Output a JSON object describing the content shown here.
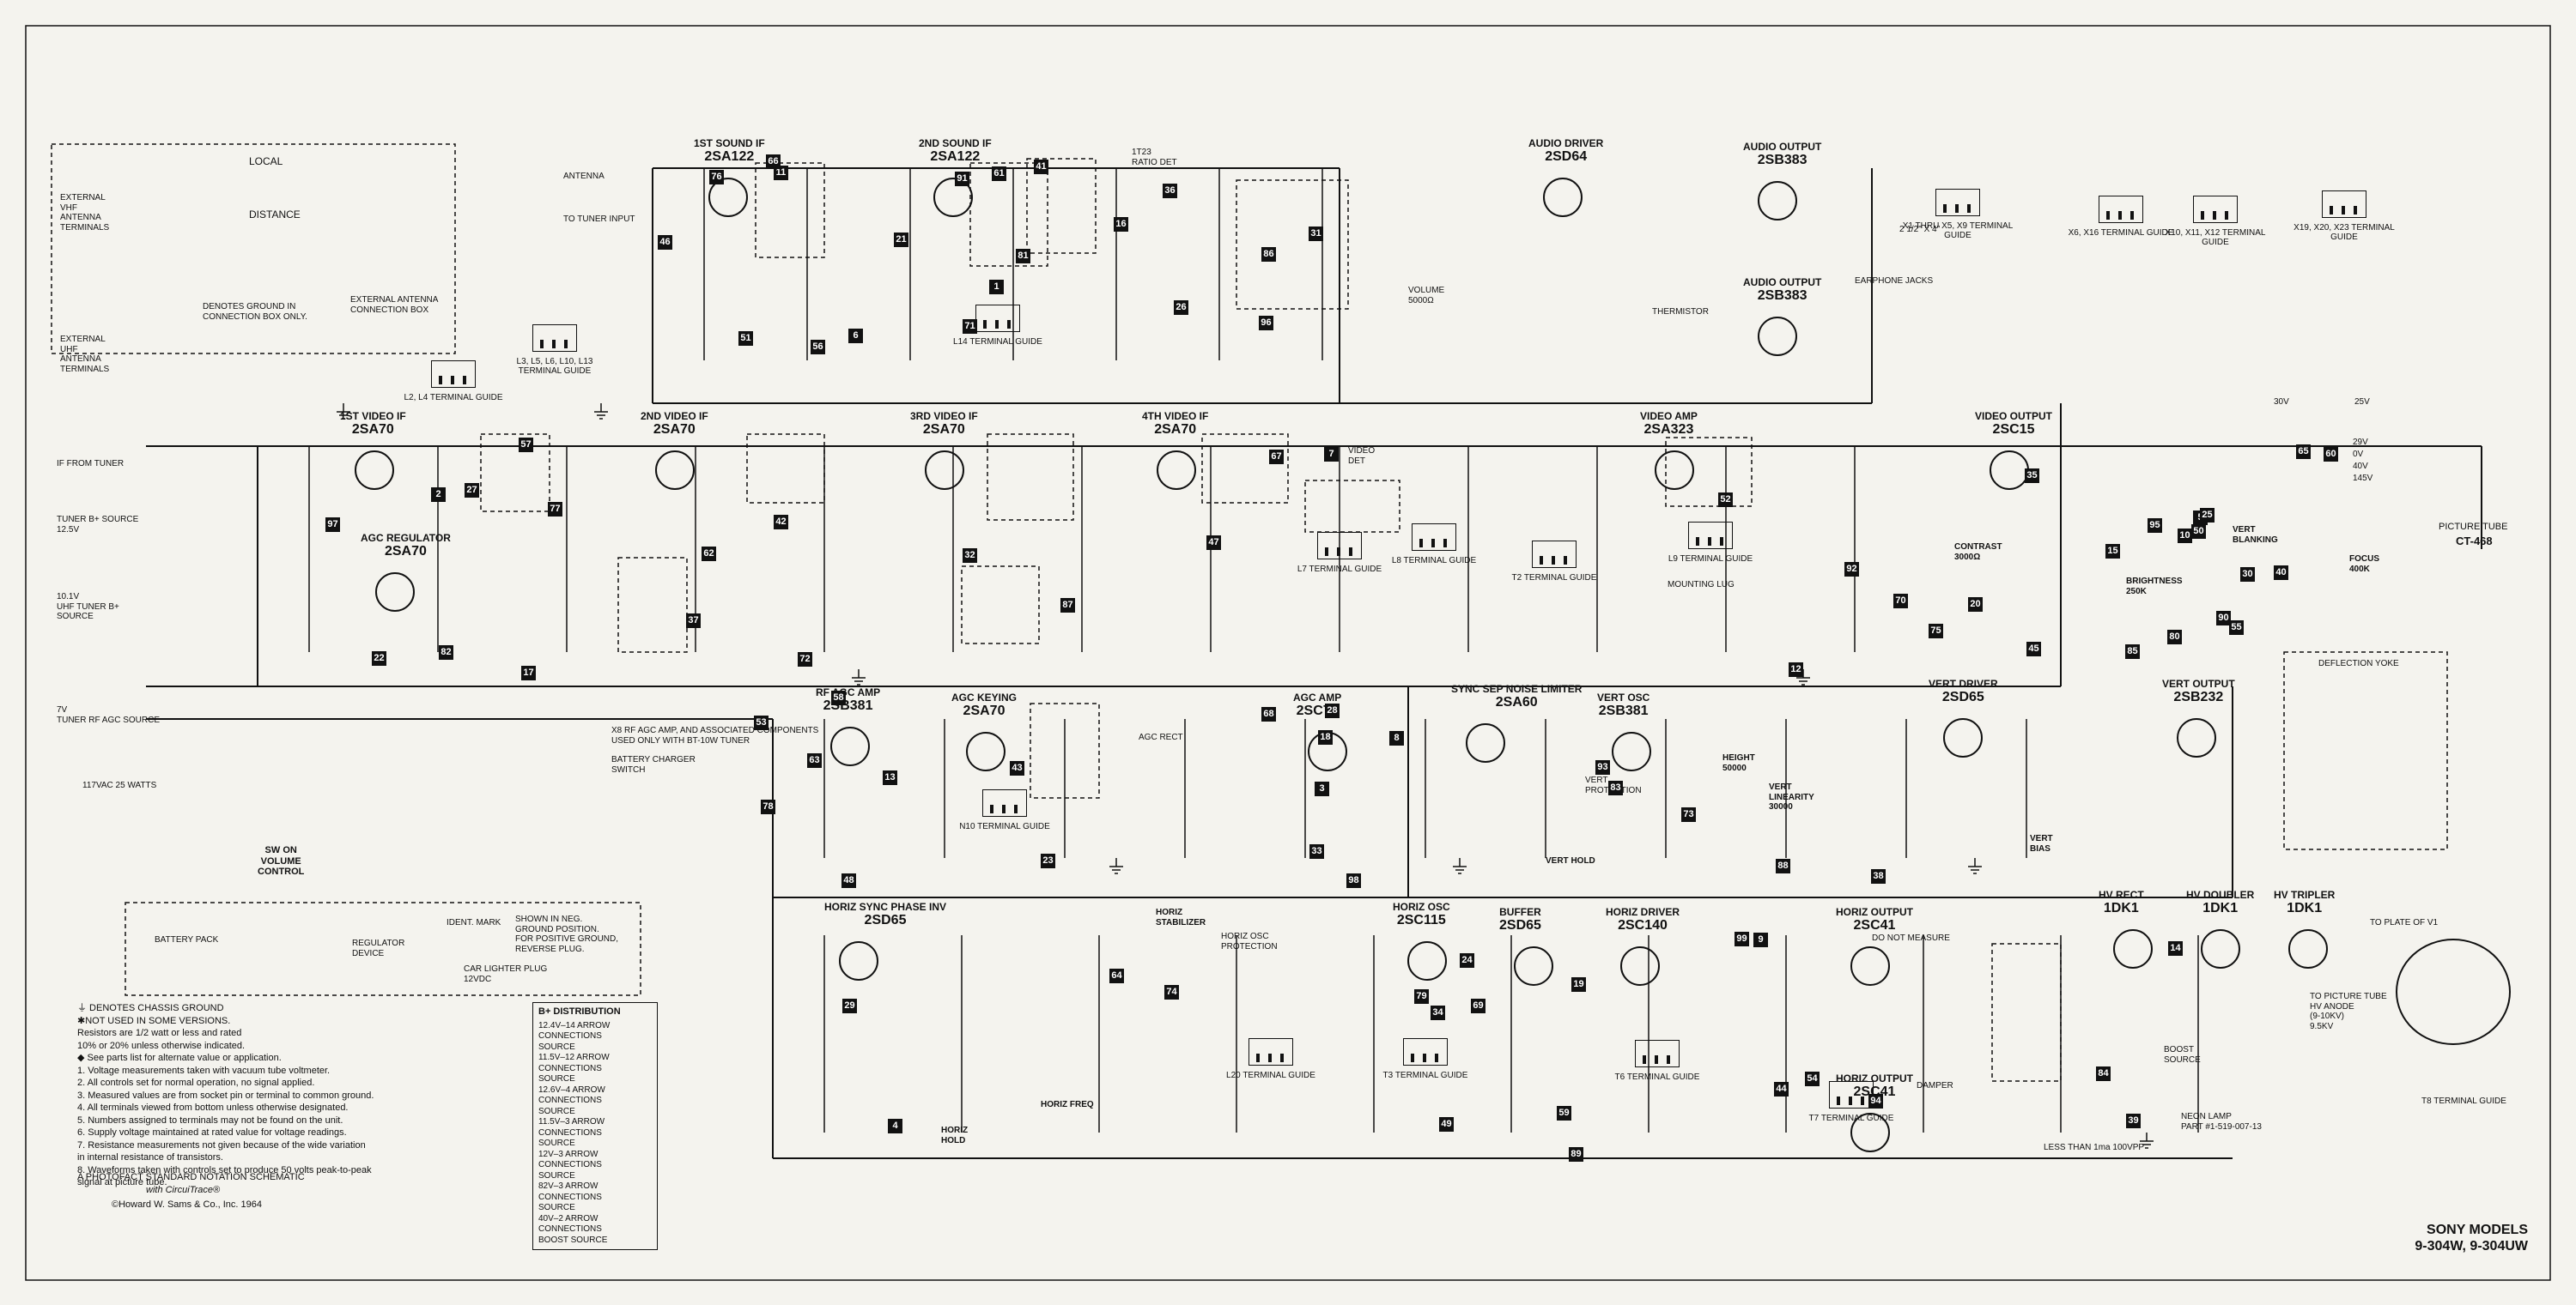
{
  "stages": [
    {
      "id": "1st-sound-if",
      "name": "1ST SOUND IF",
      "part": "2SA122"
    },
    {
      "id": "2nd-sound-if",
      "name": "2ND SOUND IF",
      "part": "2SA122"
    },
    {
      "id": "audio-driver",
      "name": "AUDIO DRIVER",
      "part": "2SD64"
    },
    {
      "id": "audio-output-1",
      "name": "AUDIO OUTPUT",
      "part": "2SB383"
    },
    {
      "id": "audio-output-2",
      "name": "AUDIO OUTPUT",
      "part": "2SB383"
    },
    {
      "id": "1st-video-if",
      "name": "1ST VIDEO IF",
      "part": "2SA70"
    },
    {
      "id": "agc-regulator",
      "name": "AGC REGULATOR",
      "part": "2SA70"
    },
    {
      "id": "2nd-video-if",
      "name": "2ND VIDEO IF",
      "part": "2SA70"
    },
    {
      "id": "3rd-video-if",
      "name": "3RD VIDEO IF",
      "part": "2SA70"
    },
    {
      "id": "4th-video-if",
      "name": "4TH VIDEO IF",
      "part": "2SA70"
    },
    {
      "id": "video-amp",
      "name": "VIDEO AMP",
      "part": "2SA323"
    },
    {
      "id": "video-output",
      "name": "VIDEO OUTPUT",
      "part": "2SC15"
    },
    {
      "id": "rf-agc-amp",
      "name": "RF AGC AMP",
      "part": "2SB381"
    },
    {
      "id": "agc-keying",
      "name": "AGC KEYING",
      "part": "2SA70"
    },
    {
      "id": "agc-amp",
      "name": "AGC AMP",
      "part": "2SC73"
    },
    {
      "id": "sync-sep",
      "name": "SYNC SEP NOISE LIMITER",
      "part": "2SA60"
    },
    {
      "id": "vert-osc",
      "name": "VERT OSC",
      "part": "2SB381"
    },
    {
      "id": "vert-driver",
      "name": "VERT DRIVER",
      "part": "2SD65"
    },
    {
      "id": "vert-output",
      "name": "VERT OUTPUT",
      "part": "2SB232"
    },
    {
      "id": "horiz-sync-phase-inv",
      "name": "HORIZ SYNC PHASE INV",
      "part": "2SD65"
    },
    {
      "id": "horiz-osc",
      "name": "HORIZ OSC",
      "part": "2SC115"
    },
    {
      "id": "buffer",
      "name": "BUFFER",
      "part": "2SD65"
    },
    {
      "id": "horiz-driver",
      "name": "HORIZ DRIVER",
      "part": "2SC140"
    },
    {
      "id": "horiz-output-1",
      "name": "HORIZ OUTPUT",
      "part": "2SC41"
    },
    {
      "id": "horiz-output-2",
      "name": "HORIZ OUTPUT",
      "part": "2SC41"
    },
    {
      "id": "hv-rect",
      "name": "HV RECT",
      "part": "1DK1"
    },
    {
      "id": "hv-doubler",
      "name": "HV DOUBLER",
      "part": "1DK1"
    },
    {
      "id": "hv-tripler",
      "name": "HV TRIPLER",
      "part": "1DK1"
    }
  ],
  "labels": {
    "local": "LOCAL",
    "distance": "DISTANCE",
    "ext_vhf": "EXTERNAL\nVHF\nANTENNA\nTERMINALS",
    "ext_uhf": "EXTERNAL\nUHF\nANTENNA\nTERMINALS",
    "ground_note": "DENOTES GROUND IN\nCONNECTION BOX ONLY.",
    "ext_box": "EXTERNAL ANTENNA\nCONNECTION BOX",
    "antenna": "ANTENNA",
    "to_tuner": "TO TUNER INPUT",
    "if_from_tuner": "IF FROM TUNER",
    "tuner_b": "TUNER B+ SOURCE\n12.5V",
    "uhf_b": "10.1V\nUHF TUNER B+\nSOURCE",
    "tuner_rf_agc": "7V\nTUNER RF AGC SOURCE",
    "ac_input": "117VAC 25 WATTS",
    "sw_volume": "SW ON\nVOLUME\nCONTROL",
    "battery_charger": "BATTERY CHARGER\nSWITCH",
    "x8_note": "X8 RF AGC AMP, AND ASSOCIATED COMPONENTS\nUSED ONLY WITH BT-10W TUNER",
    "battery_pack": "BATTERY PACK",
    "regulator": "REGULATOR\nDEVICE",
    "car_plug": "CAR LIGHTER PLUG\n12VDC",
    "ident_mark": "IDENT. MARK",
    "neg_ground": "SHOWN IN NEG.\nGROUND POSITION.\nFOR POSITIVE GROUND,\nREVERSE PLUG.",
    "earphone": "EARPHONE JACKS",
    "speaker": "2 1/2\" X 4\"",
    "thermistor": "THERMISTOR",
    "volume": "VOLUME\n5000Ω",
    "contrast": "CONTRAST\n3000Ω",
    "brightness": "BRIGHTNESS\n250K",
    "vert_blanking": "VERT\nBLANKING",
    "focus": "FOCUS\n400K",
    "picture_tube": "PICTURE TUBE",
    "picture_tube_part": "CT-468",
    "deflection_yoke": "DEFLECTION YOKE",
    "height": "HEIGHT\n50000",
    "vert_linearity": "VERT\nLINEARITY\n30000",
    "vert_hold": "VERT HOLD",
    "vert_bias": "VERT\nBIAS",
    "vert_protection": "VERT\nPROTECTION",
    "horiz_stabilizer": "HORIZ\nSTABILIZER",
    "horiz_freq": "HORIZ FREQ",
    "horiz_hold": "HORIZ\nHOLD",
    "horiz_osc_protection": "HORIZ OSC\nPROTECTION",
    "damper": "DAMPER",
    "do_not_measure": "DO NOT MEASURE",
    "boost": "BOOST\nSOURCE",
    "neon_lamp": "NEON LAMP\nPART #1-519-007-13",
    "less_than": "LESS THAN 1ma  100VPP",
    "to_picture_tube": "TO PICTURE TUBE\nHV ANODE\n(9-10KV)\n9.5KV",
    "to_plate_v1": "TO PLATE OF V1",
    "t8_guide": "T8 TERMINAL GUIDE",
    "mounting_lug": "MOUNTING LUG",
    "agc_rect": "AGC RECT",
    "ratio_det": "1T23\nRATIO DET",
    "video_det": "VIDEO\nDET"
  },
  "terminal_guides": [
    "L14 TERMINAL GUIDE",
    "L3, L5, L6, L10, L13 TERMINAL GUIDE",
    "L2, L4 TERMINAL GUIDE",
    "L7 TERMINAL GUIDE",
    "L8 TERMINAL GUIDE",
    "T2 TERMINAL GUIDE",
    "L9 TERMINAL GUIDE",
    "N10 TERMINAL GUIDE",
    "L20 TERMINAL GUIDE",
    "T3 TERMINAL GUIDE",
    "T6 TERMINAL GUIDE",
    "T7 TERMINAL GUIDE",
    "X1 THRU X5, X9 TERMINAL GUIDE",
    "X6, X16 TERMINAL GUIDE",
    "X10, X11, X12 TERMINAL GUIDE",
    "X19, X20, X23 TERMINAL GUIDE"
  ],
  "crt_voltages": [
    "30V",
    "25V",
    "29V",
    "0V",
    "40V",
    "145V"
  ],
  "notes": [
    "⏚ DENOTES CHASSIS GROUND",
    "✱NOT USED IN SOME VERSIONS.",
    "Resistors are 1/2 watt or less and rated",
    "10% or 20% unless otherwise indicated.",
    "◆  See parts list for alternate value or application.",
    "1.  Voltage measurements taken with vacuum tube voltmeter.",
    "2.  All controls set for normal operation, no signal applied.",
    "3.  Measured values are from socket pin or terminal to common ground.",
    "4.  All terminals viewed from bottom unless otherwise designated.",
    "5.  Numbers assigned to terminals may not be found on the unit.",
    "6.  Supply voltage maintained at rated value for voltage readings.",
    "7.  Resistance measurements not given because of the wide variation",
    "     in internal resistance of transistors.",
    "8.  Waveforms taken with controls set to produce 50 volts peak-to-peak",
    "     signal at picture tube."
  ],
  "distribution": {
    "title": "B+ DISTRIBUTION",
    "items": [
      "12.4V–14 ARROW CONNECTIONS",
      "SOURCE",
      "11.5V–12 ARROW CONNECTIONS",
      "SOURCE",
      "12.6V–4 ARROW CONNECTIONS",
      "SOURCE",
      "11.5V–3 ARROW CONNECTIONS",
      "SOURCE",
      "12V–3 ARROW CONNECTIONS",
      "SOURCE",
      "82V–3 ARROW CONNECTIONS",
      "SOURCE",
      "40V–2 ARROW CONNECTIONS",
      "BOOST SOURCE"
    ]
  },
  "footer": {
    "photofact": "A PHOTOFACT STANDARD NOTATION SCHEMATIC",
    "circuitrace": "with CircuiTrace®",
    "copyright": "©Howard W. Sams & Co., Inc. 1964",
    "models_line1": "SONY MODELS",
    "models_line2": "9-304W, 9-304UW"
  },
  "numbered_points": [
    "1",
    "2",
    "3",
    "4",
    "5",
    "6",
    "7",
    "8",
    "9",
    "10",
    "11",
    "12",
    "13",
    "14",
    "15",
    "16",
    "17",
    "18",
    "19",
    "20",
    "21",
    "22",
    "23",
    "24",
    "25",
    "26",
    "27",
    "28",
    "29",
    "30",
    "31",
    "32",
    "33",
    "34",
    "35",
    "36",
    "37",
    "38",
    "39",
    "40",
    "41",
    "42",
    "43",
    "44",
    "45",
    "46",
    "47",
    "48",
    "49",
    "50",
    "51",
    "52",
    "53",
    "54",
    "55",
    "56",
    "57",
    "58",
    "59",
    "60",
    "61",
    "62",
    "63",
    "64",
    "65",
    "66",
    "67",
    "68",
    "69",
    "70",
    "71",
    "72",
    "73",
    "74",
    "75",
    "76",
    "77",
    "78",
    "79",
    "80",
    "81",
    "82",
    "83",
    "84",
    "85",
    "86",
    "87",
    "88",
    "89",
    "90",
    "91",
    "92",
    "93",
    "94",
    "95",
    "96",
    "97",
    "98",
    "99"
  ]
}
